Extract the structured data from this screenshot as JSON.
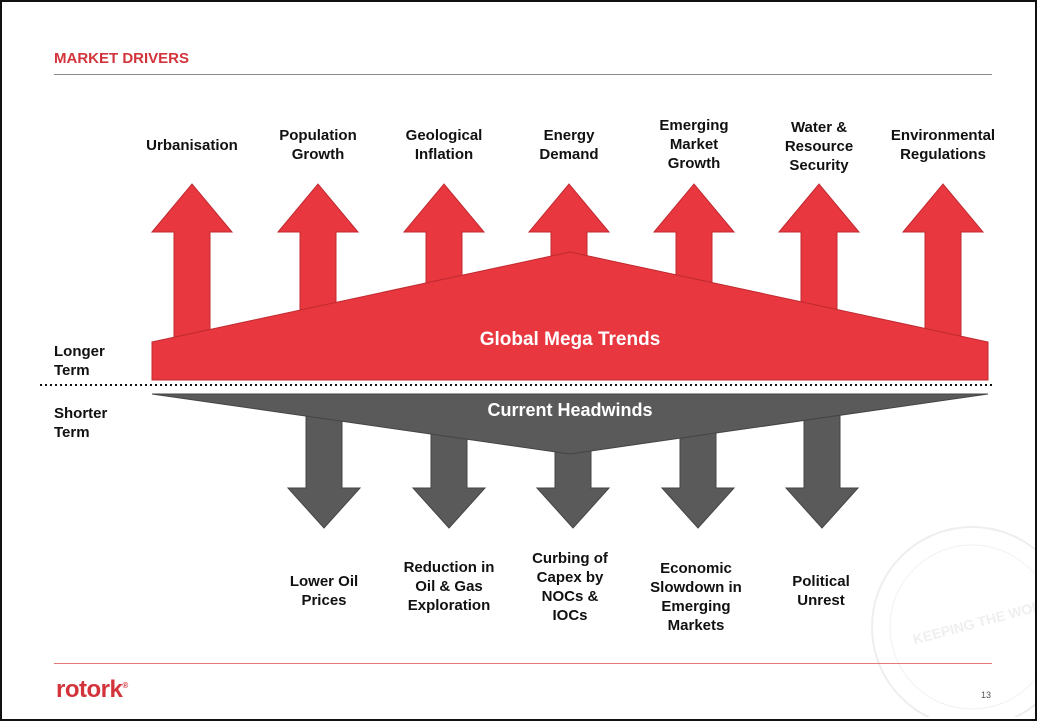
{
  "header": {
    "title": "MARKET DRIVERS"
  },
  "drivers": [
    {
      "label": "Urbanisation"
    },
    {
      "label": "Population\nGrowth"
    },
    {
      "label": "Geological\nInflation"
    },
    {
      "label": "Energy\nDemand"
    },
    {
      "label": "Emerging\nMarket\nGrowth"
    },
    {
      "label": "Water &\nResource\nSecurity"
    },
    {
      "label": "Environmental\nRegulations"
    }
  ],
  "headwinds": [
    {
      "label": "Lower Oil\nPrices"
    },
    {
      "label": "Reduction in\nOil & Gas\nExploration"
    },
    {
      "label": "Curbing of\nCapex by\nNOCs &\nIOCs"
    },
    {
      "label": "Economic\nSlowdown in\nEmerging\nMarkets"
    },
    {
      "label": "Political\nUnrest"
    }
  ],
  "bands": {
    "mega": "Global Mega Trends",
    "headwinds": "Current Headwinds"
  },
  "timeframes": {
    "longer": "Longer\nTerm",
    "shorter": "Shorter\nTerm"
  },
  "watermark": {
    "text": "KEEPING THE WORLD FLOWING"
  },
  "footer": {
    "brand": "rotork",
    "page": "13"
  },
  "colors": {
    "accent": "#d3343b",
    "arrow_red": "#e8373f",
    "arrow_grey": "#5a5a5a"
  }
}
